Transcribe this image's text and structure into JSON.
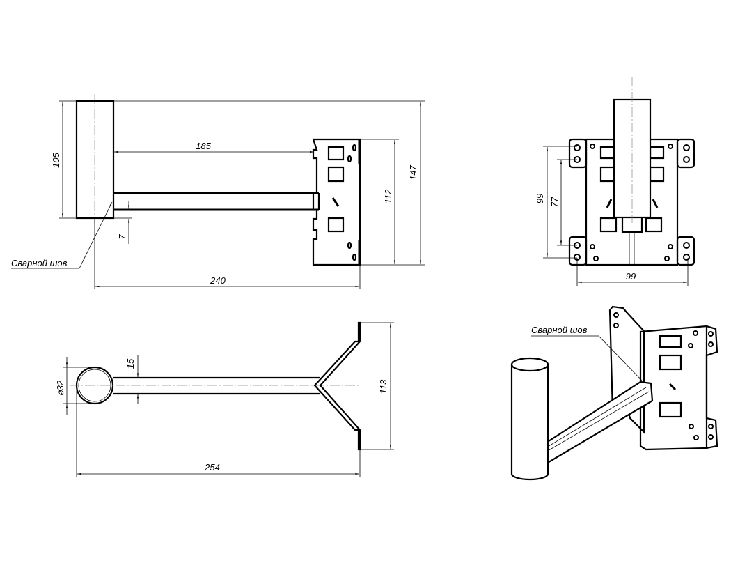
{
  "drawing": {
    "side_view": {
      "dim_pipe_height": "105",
      "dim_arm_length": "185",
      "dim_offset": "7",
      "dim_plate_height": "112",
      "dim_total_height": "147",
      "dim_total_length": "240",
      "weld_label": "Сварной шов"
    },
    "front_view": {
      "dim_hole_vertical_outer": "99",
      "dim_hole_vertical_inner": "77",
      "dim_hole_horizontal": "99"
    },
    "top_view": {
      "dim_pipe_diameter": "⌀32",
      "dim_arm_width": "15",
      "dim_plate_width": "113",
      "dim_total_length": "254"
    },
    "iso_view": {
      "weld_label": "Сварной шов"
    }
  }
}
